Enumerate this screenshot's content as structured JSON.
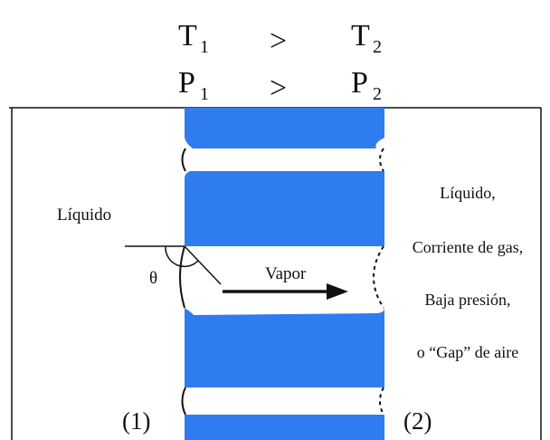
{
  "header": {
    "row1": {
      "left_symbol": "T",
      "left_subscript": "1",
      "relation": ">",
      "right_symbol": "T",
      "right_subscript": "2"
    },
    "row2": {
      "left_symbol": "P",
      "left_subscript": "1",
      "relation": ">",
      "right_symbol": "P",
      "right_subscript": "2"
    }
  },
  "labels": {
    "left_region": "Líquido",
    "angle": "θ",
    "flow": "Vapor",
    "side_1": "(1)",
    "side_2": "(2)"
  },
  "right_region_lines": [
    "Líquido,",
    "Corriente de gas,",
    "Baja presión,",
    "o “Gap” de aire"
  ],
  "colors": {
    "liquid_fill": "#2f7cf0",
    "line": "#111111",
    "background": "#ffffff"
  }
}
